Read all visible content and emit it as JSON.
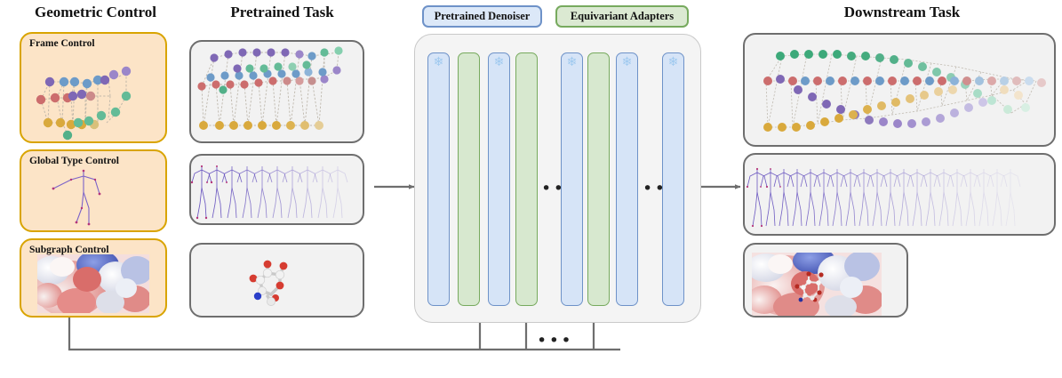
{
  "headers": {
    "geometric_control": "Geometric Control",
    "pretrained_task": "Pretrained Task",
    "downstream_task": "Downstream Task"
  },
  "legend": {
    "denoiser": "Pretrained Denoiser",
    "adapters": "Equivariant Adapters"
  },
  "geometric_control": {
    "items": [
      {
        "label": "Frame Control",
        "figure": "protein-frame-graph"
      },
      {
        "label": "Global Type Control",
        "figure": "human-skeleton-pose"
      },
      {
        "label": "Subgraph Control",
        "figure": "protein-surface-pocket"
      }
    ]
  },
  "pretrained_task": {
    "panels": [
      {
        "figure": "peptide-chain-graph"
      },
      {
        "figure": "motion-skeleton-sequence"
      },
      {
        "figure": "small-molecule-ball-stick"
      }
    ]
  },
  "downstream_task": {
    "panels": [
      {
        "figure": "long-peptide-chain-graph"
      },
      {
        "figure": "long-motion-skeleton-sequence"
      },
      {
        "figure": "protein-ligand-docked-pocket"
      }
    ]
  },
  "architecture": {
    "ellipsis": "•••",
    "frozen_icon": "❄",
    "columns": [
      {
        "type": "denoiser",
        "frozen": true
      },
      {
        "type": "adapter",
        "frozen": false
      },
      {
        "type": "denoiser",
        "frozen": true
      },
      {
        "type": "adapter",
        "frozen": false
      },
      {
        "type": "denoiser",
        "frozen": true
      },
      {
        "type": "adapter",
        "frozen": false
      },
      {
        "type": "denoiser",
        "frozen": true
      },
      {
        "type": "denoiser",
        "frozen": true
      }
    ],
    "bottom_ellipsis": "•••"
  },
  "colors": {
    "denoiser_fill": "#d6e4f7",
    "denoiser_border": "#6e92c8",
    "adapter_fill": "#d7e8cf",
    "adapter_border": "#77aa5e",
    "control_fill": "#fce4c7",
    "control_border": "#d9a400",
    "panel_fill": "#f2f2f2",
    "panel_border": "#6e6e6e",
    "arrow": "#6e6e6e"
  }
}
